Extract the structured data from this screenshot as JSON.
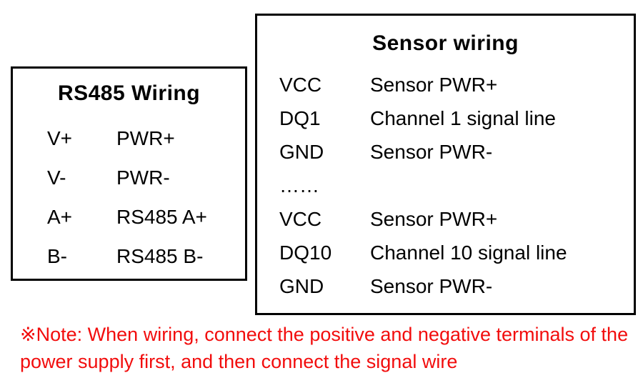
{
  "rs485_panel": {
    "title": "RS485 Wiring",
    "rows": [
      {
        "pin": "V+",
        "desc": "PWR+"
      },
      {
        "pin": "V-",
        "desc": "PWR-"
      },
      {
        "pin": "A+",
        "desc": "RS485 A+"
      },
      {
        "pin": "B-",
        "desc": "RS485 B-"
      }
    ]
  },
  "sensor_panel": {
    "title": "Sensor wiring",
    "rows": [
      {
        "pin": "VCC",
        "desc": "Sensor PWR+"
      },
      {
        "pin": "DQ1",
        "desc": "Channel 1 signal line"
      },
      {
        "pin": "GND",
        "desc": "Sensor PWR-"
      },
      {
        "pin": "……",
        "desc": ""
      },
      {
        "pin": "VCC",
        "desc": "Sensor PWR+"
      },
      {
        "pin": "DQ10",
        "desc": "Channel 10 signal line"
      },
      {
        "pin": "GND",
        "desc": "Sensor PWR-"
      }
    ]
  },
  "note": {
    "text": "※Note: When wiring, connect the positive and negative terminals of the power supply first, and then connect the signal wire",
    "color": "#f20d0d"
  },
  "colors": {
    "background": "#ffffff",
    "border": "#000000",
    "text": "#000000"
  }
}
